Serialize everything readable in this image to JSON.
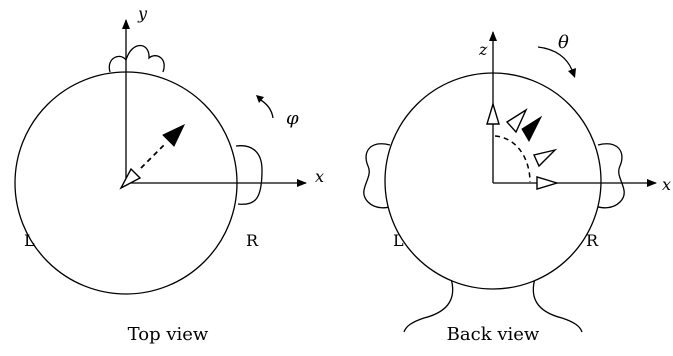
{
  "top_view": {
    "caption": "Top view",
    "axis_x": "x",
    "axis_y": "y",
    "angle_label": "φ",
    "left_label": "L",
    "right_label": "R"
  },
  "back_view": {
    "caption": "Back view",
    "axis_x": "x",
    "axis_z": "z",
    "angle_label": "θ",
    "left_label": "L",
    "right_label": "R"
  }
}
